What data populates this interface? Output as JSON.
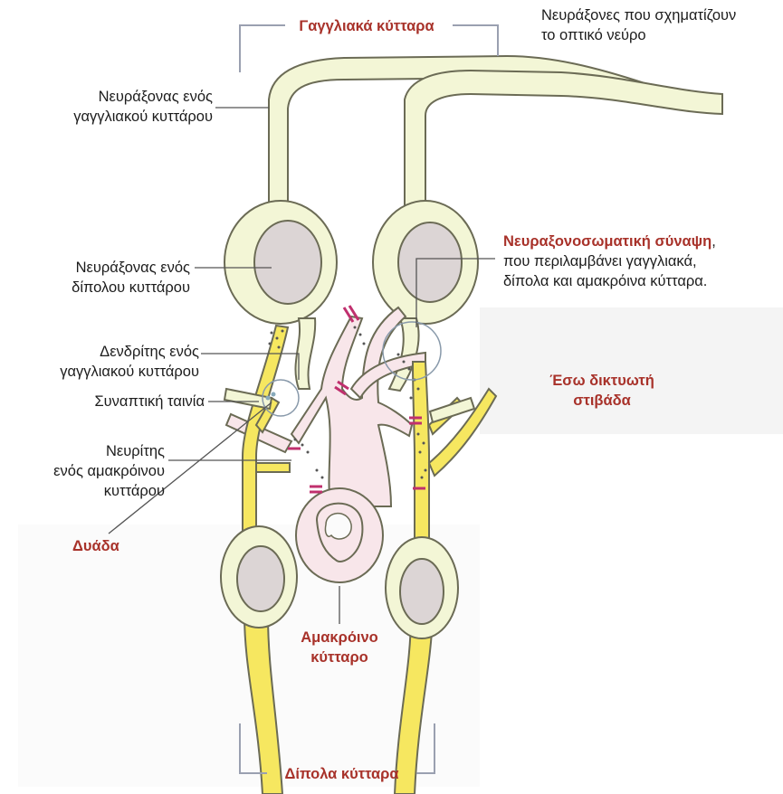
{
  "labels": {
    "ganglion_cells": "Γαγγλιακά κύτταρα",
    "optic_nerve_axons_line1": "Νευράξονες που σχηματίζουν",
    "optic_nerve_axons_line2": "το οπτικό νεύρο",
    "ganglion_axon_line1": "Νευράξονας ενός",
    "ganglion_axon_line2": "γαγγλιακού κυττάρου",
    "axosomatic_synapse_title": "Νευραξονοσωματική σύναψη",
    "axosomatic_synapse_comma": ",",
    "axosomatic_synapse_line2": "που περιλαμβάνει γαγγλιακά,",
    "axosomatic_synapse_line3": "δίπολα και αμακρόινα κύτταρα.",
    "bipolar_axon_line1": "Νευράξονας ενός",
    "bipolar_axon_line2": "δίπολου κυττάρου",
    "ganglion_dendrite_line1": "Δενδρίτης ενός",
    "ganglion_dendrite_line2": "γαγγλιακού κυττάρου",
    "inner_plexiform_line1": "Έσω δικτυωτή",
    "inner_plexiform_line2": "στιβάδα",
    "synaptic_ribbon": "Συναπτική ταινία",
    "amacrine_neurite_line1": "Νευρίτης",
    "amacrine_neurite_line2": "ενός αμακρόινου",
    "amacrine_neurite_line3": "κυττάρου",
    "dyad": "Δυάδα",
    "amacrine_cell_line1": "Αμακρόινο",
    "amacrine_cell_line2": "κύτταρο",
    "bipolar_cells": "Δίπολα κύτταρα"
  },
  "colors": {
    "ganglion_fill": "#f3f6d6",
    "nucleus_fill": "#dcd5d5",
    "bipolar_fill": "#f6e760",
    "amacrine_fill": "#f8e6ea",
    "synapse_mark": "#c0306e",
    "label_red": "#a8322a",
    "outline": "#6b6b55"
  }
}
